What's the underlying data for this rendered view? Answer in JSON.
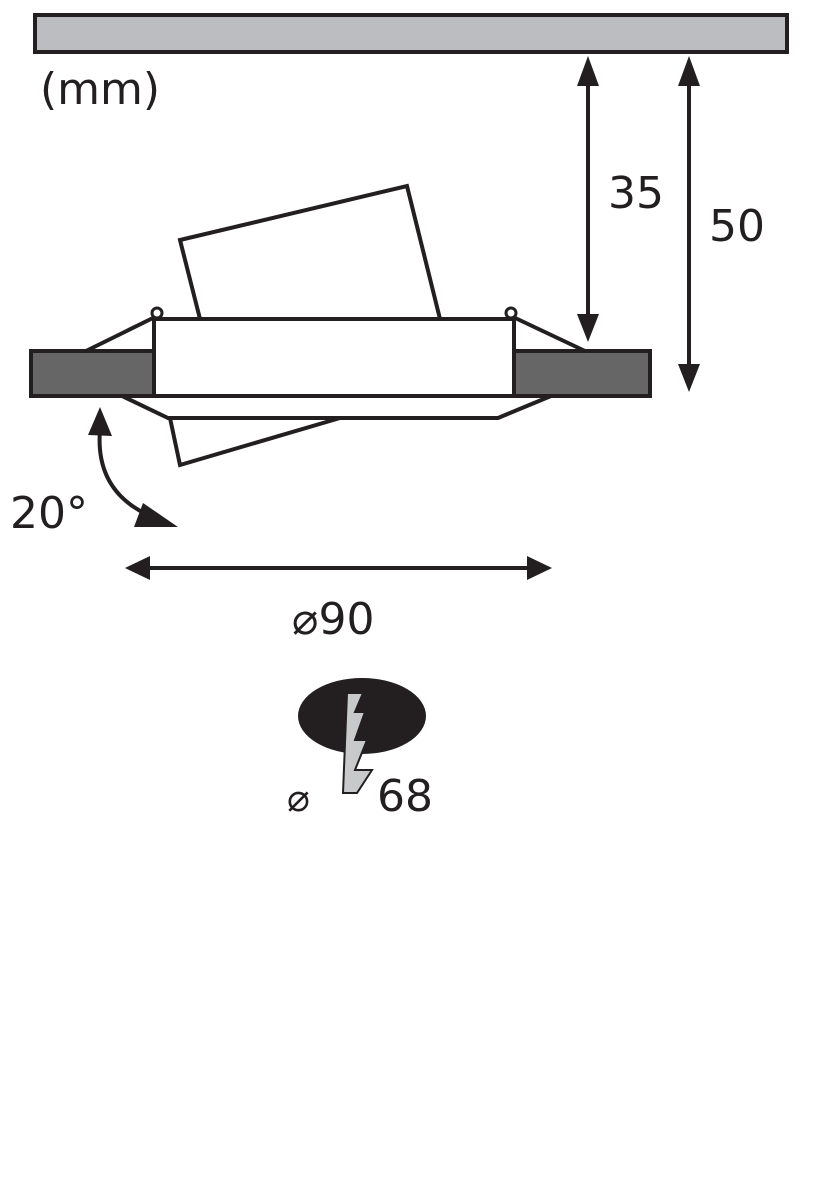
{
  "diagram": {
    "unit_label": "(mm)",
    "dimensions": {
      "height_min": "35",
      "height_total": "50",
      "tilt_angle": "20°",
      "outer_diameter": "⌀90",
      "cutout_symbol": "⌀",
      "cutout_diameter": "68"
    },
    "colors": {
      "ceiling": "#bcbdc0",
      "ceiling_panel": "#666667",
      "stroke": "#231f20",
      "cutout_fill": "#231f20",
      "drill_bit": "#c8c9cb"
    }
  }
}
